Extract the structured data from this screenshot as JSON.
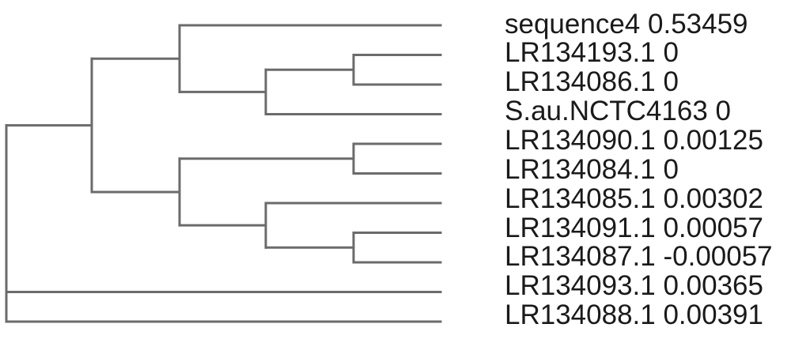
{
  "chart_data": {
    "type": "dendrogram",
    "orientation": "left-to-right",
    "legend_position": "none",
    "grid": false,
    "leaves": [
      {
        "label": "sequence4",
        "value": "0.53459"
      },
      {
        "label": "LR134193.1",
        "value": "0"
      },
      {
        "label": "LR134086.1",
        "value": "0"
      },
      {
        "label": "S.au.NCTC4163",
        "value": "0"
      },
      {
        "label": "LR134090.1",
        "value": "0.00125"
      },
      {
        "label": "LR134084.1",
        "value": "0"
      },
      {
        "label": "LR134085.1",
        "value": "0.00302"
      },
      {
        "label": "LR134091.1",
        "value": "0.00057"
      },
      {
        "label": "LR134087.1",
        "value": "-0.00057"
      },
      {
        "label": "LR134093.1",
        "value": "0.00365"
      },
      {
        "label": "LR134088.1",
        "value": "0.00391"
      }
    ],
    "topology": {
      "depth": 0,
      "children": [
        {
          "depth": 1,
          "children": [
            {
              "depth": 2,
              "children": [
                {
                  "leaf": 0
                },
                {
                  "depth": 3,
                  "children": [
                    {
                      "depth": 4,
                      "children": [
                        {
                          "leaf": 1
                        },
                        {
                          "leaf": 2
                        }
                      ]
                    },
                    {
                      "leaf": 3
                    }
                  ]
                }
              ]
            },
            {
              "depth": 2,
              "children": [
                {
                  "depth": 4,
                  "children": [
                    {
                      "leaf": 4
                    },
                    {
                      "leaf": 5
                    }
                  ]
                },
                {
                  "depth": 3,
                  "children": [
                    {
                      "leaf": 6
                    },
                    {
                      "depth": 4,
                      "children": [
                        {
                          "leaf": 7
                        },
                        {
                          "leaf": 8
                        }
                      ]
                    }
                  ]
                }
              ]
            }
          ]
        },
        {
          "leaf": 9
        },
        {
          "leaf": 10
        }
      ]
    },
    "colors": {
      "branch": "#6b6b6b",
      "label_text": "#1a1a1a",
      "background": "#ffffff"
    }
  }
}
